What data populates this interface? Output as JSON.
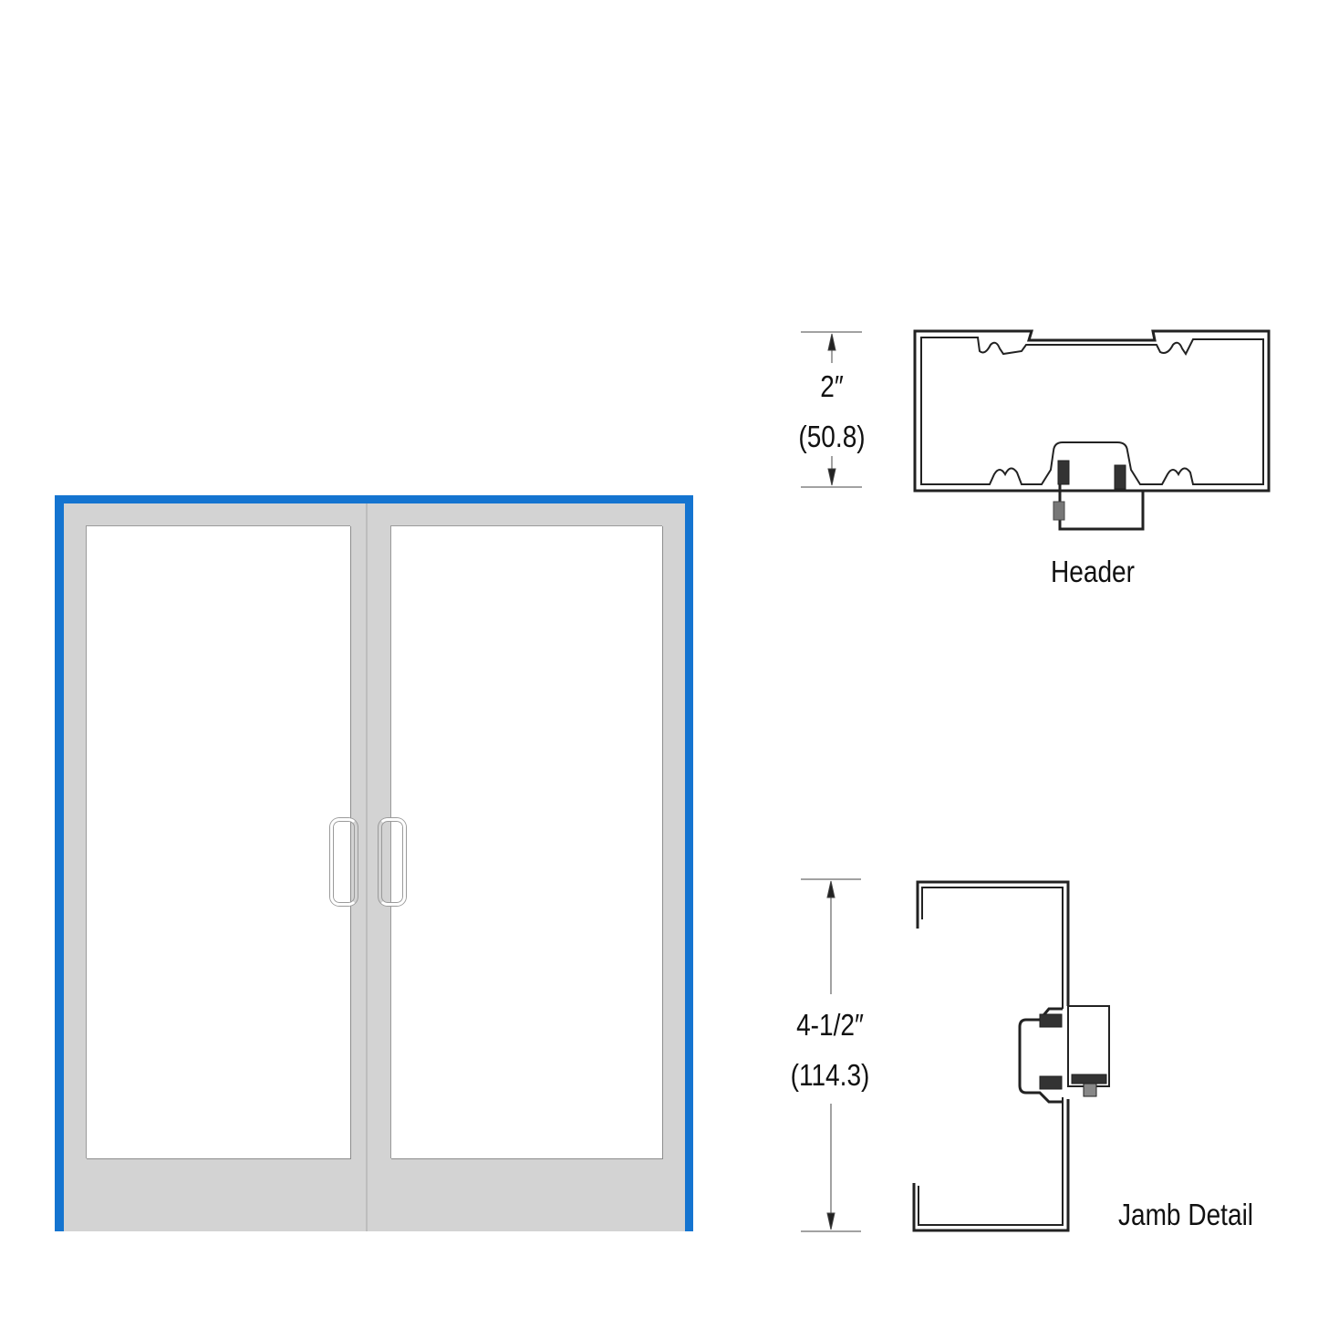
{
  "door_illustration": {
    "type": "double glass door with blue frame",
    "frame_color": "#1474d0",
    "door_color": "#d3d3d3",
    "glass_color": "#ffffff"
  },
  "header_detail": {
    "dimension_imperial": "2″",
    "dimension_metric": "(50.8)",
    "caption": "Header"
  },
  "jamb_detail": {
    "dimension_imperial": "4-1/2″",
    "dimension_metric": "(114.3)",
    "caption": "Jamb Detail"
  }
}
